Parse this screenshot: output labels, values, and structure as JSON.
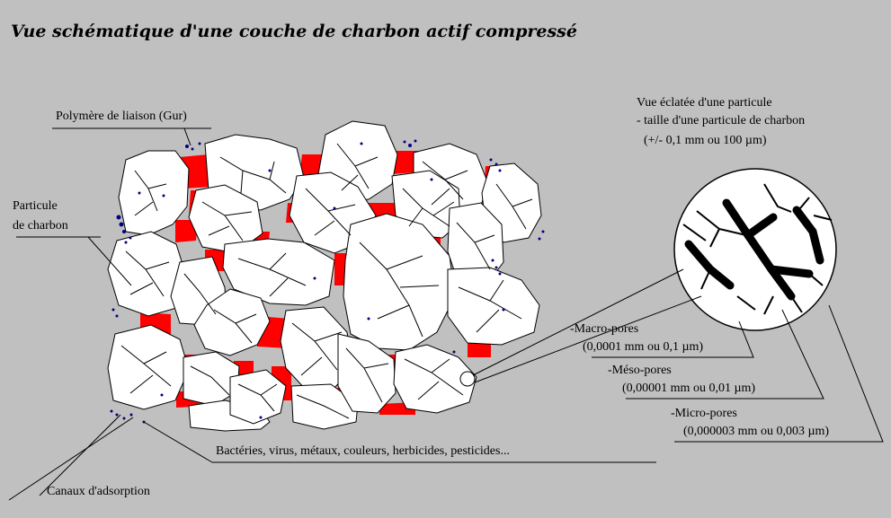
{
  "title": "Vue schématique d'une couche de charbon actif compressé",
  "labels": {
    "polymer": "Polymère de liaison (Gur)",
    "particle_line1": "Particule",
    "particle_line2": "de charbon",
    "exploded_line1": "Vue éclatée d'une particule",
    "exploded_line2": "- taille d'une particule de charbon",
    "exploded_line3": "(+/- 0,1 mm ou 100 µm)",
    "macro_title": "-Macro-pores",
    "macro_size": "(0,0001 mm ou 0,1 µm)",
    "meso_title": "-Méso-pores",
    "meso_size": "(0,00001 mm ou 0,01 µm)",
    "micro_title": "-Micro-pores",
    "micro_size": "(0,000003 mm ou 0,003 µm)",
    "contaminants": "Bactéries, virus, métaux, couleurs, herbicides, pesticides...",
    "channels": "Canaux d'adsorption"
  },
  "colors": {
    "background": "#c0c0c0",
    "binder": "#ff0000",
    "particle": "#ffffff",
    "contaminant_dots": "#000080"
  }
}
